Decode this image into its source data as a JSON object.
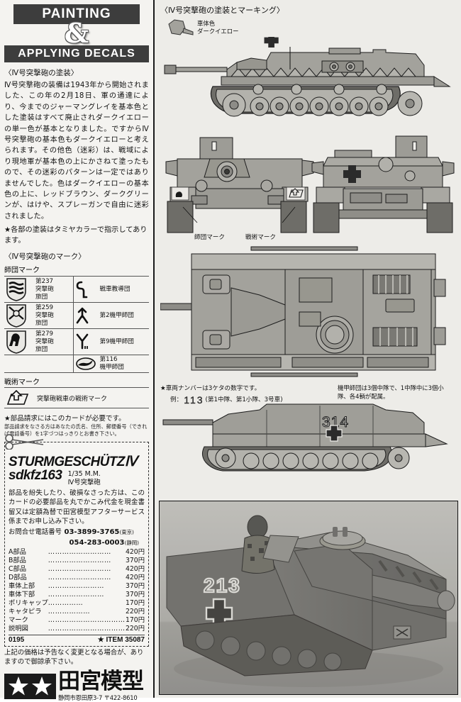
{
  "header": {
    "line1": "PAINTING",
    "amp": "&",
    "line2": "APPLYING DECALS"
  },
  "left": {
    "painting_section_title": "〈Ⅳ号突撃砲の塗装〉",
    "painting_body": "Ⅳ号突撃砲の装備は1943年から開始されました、この年の2月18日、軍の通達により、今までのジャーマングレイを基本色とした塗装はすべて廃止されダークイエローの単一色が基本となりました。ですからⅣ号突撃砲の基本色もダークイエローと考えられます。その他色（迷彩）は、戦域により現地軍が基本色の上にかさねて塗ったもので、その迷彩のパターンは一定ではありませんでした。色はダークイエローの基本色の上に、レッドブラウン、ダークグリーンが、はけや、スプレーガンで自由に迷彩されました。",
    "painting_note": "★各部の塗装はタミヤカラーで指示してあります。",
    "marks_section_title": "〈Ⅳ号突撃砲のマーク〉",
    "division_header": "師団マーク",
    "division_marks": [
      {
        "badge": "shield-stripes",
        "label": "第237\n突撃砲\n旅団",
        "symbol": "loop-L",
        "name": "戦車教導団"
      },
      {
        "badge": "shield-cross",
        "label": "第259\n突撃砲\n旅団",
        "symbol": "rune-man",
        "name": "第2機甲師団"
      },
      {
        "badge": "shield-horse",
        "label": "第279\n突撃砲\n旅団",
        "symbol": "rune-y",
        "name": "第9機甲師団"
      },
      {
        "badge": "",
        "label": "",
        "symbol": "greyhound-oval",
        "name": "第116\n機甲師団"
      }
    ],
    "tactical_header": "戦術マーク",
    "tactical_label": "突撃砲戦車の戦術マーク",
    "card_head": "★部品請求にはこのカードが必要です。",
    "card_sub": "部品請求をなさる方はあなたの氏名、住所、郵便番号（できれば電話番号）を1字づつはっきりとお書き下さい。",
    "kit_name_1": "STURMGESCHÜTZ",
    "kit_name_1_suffix": "Ⅳ",
    "kit_name_2": "sdkfz163",
    "kit_scale_1": "1/35  M.M.",
    "kit_scale_2": "Ⅳ号突撃砲",
    "card_body": "部品を紛失したり、破損なさった方は、このカードの必要部品を丸でかこみ代金を現金書留又は定額為替で田宮模型アフターサービス係までお申し込み下さい。",
    "tel_label": "お問合せ電話番号",
    "tel_1": "03-3899-3765",
    "tel_1_city": "(東京)",
    "tel_2": "054-283-0003",
    "tel_2_city": "(静岡)",
    "prices": [
      {
        "part": "A部品",
        "price": "420円"
      },
      {
        "part": "B部品",
        "price": "370円"
      },
      {
        "part": "C部品",
        "price": "420円"
      },
      {
        "part": "D部品",
        "price": "420円"
      },
      {
        "part": "車体上部",
        "price": "370円"
      },
      {
        "part": "車体下部",
        "price": "370円"
      },
      {
        "part": "ポリキャップ",
        "price": "170円"
      },
      {
        "part": "キャタピラ",
        "price": "220円"
      },
      {
        "part": "マーク",
        "price": "170円"
      },
      {
        "part": "説明図",
        "price": "220円"
      }
    ],
    "code": "0195",
    "item_no": "★ ITEM 35087",
    "price_note": "上記の価格は予告なく変更となる場合が、ありますので御諒承下さい。",
    "logo_text": "田宮模型",
    "logo_address": "静岡市恩田原3-7 〒422-8610"
  },
  "right": {
    "title": "〈Ⅳ号突撃砲の塗装とマーキング〉",
    "legend_label_1": "車体色",
    "legend_label_2": "ダークイエロー",
    "callout_division": "師団マーク",
    "callout_tactical": "戦術マーク",
    "number_note": "★車両ナンバーは3ケタの数字です。",
    "number_example_prefix": "例：",
    "number_example": "113",
    "number_example_suffix": "(第1中隊、第1小隊、3号車)",
    "org_note": "機甲師団は3個中隊で、1中隊中に3個小隊、各4輌が配属。",
    "vehicle_number_side": "314",
    "photo_vehicle_number": "213"
  },
  "colors": {
    "dark_yellow": "#9a9892",
    "ink": "#1a1a1a",
    "paper": "#f2f1ee",
    "banner": "#3d3d3d",
    "panel": "#edece8"
  }
}
